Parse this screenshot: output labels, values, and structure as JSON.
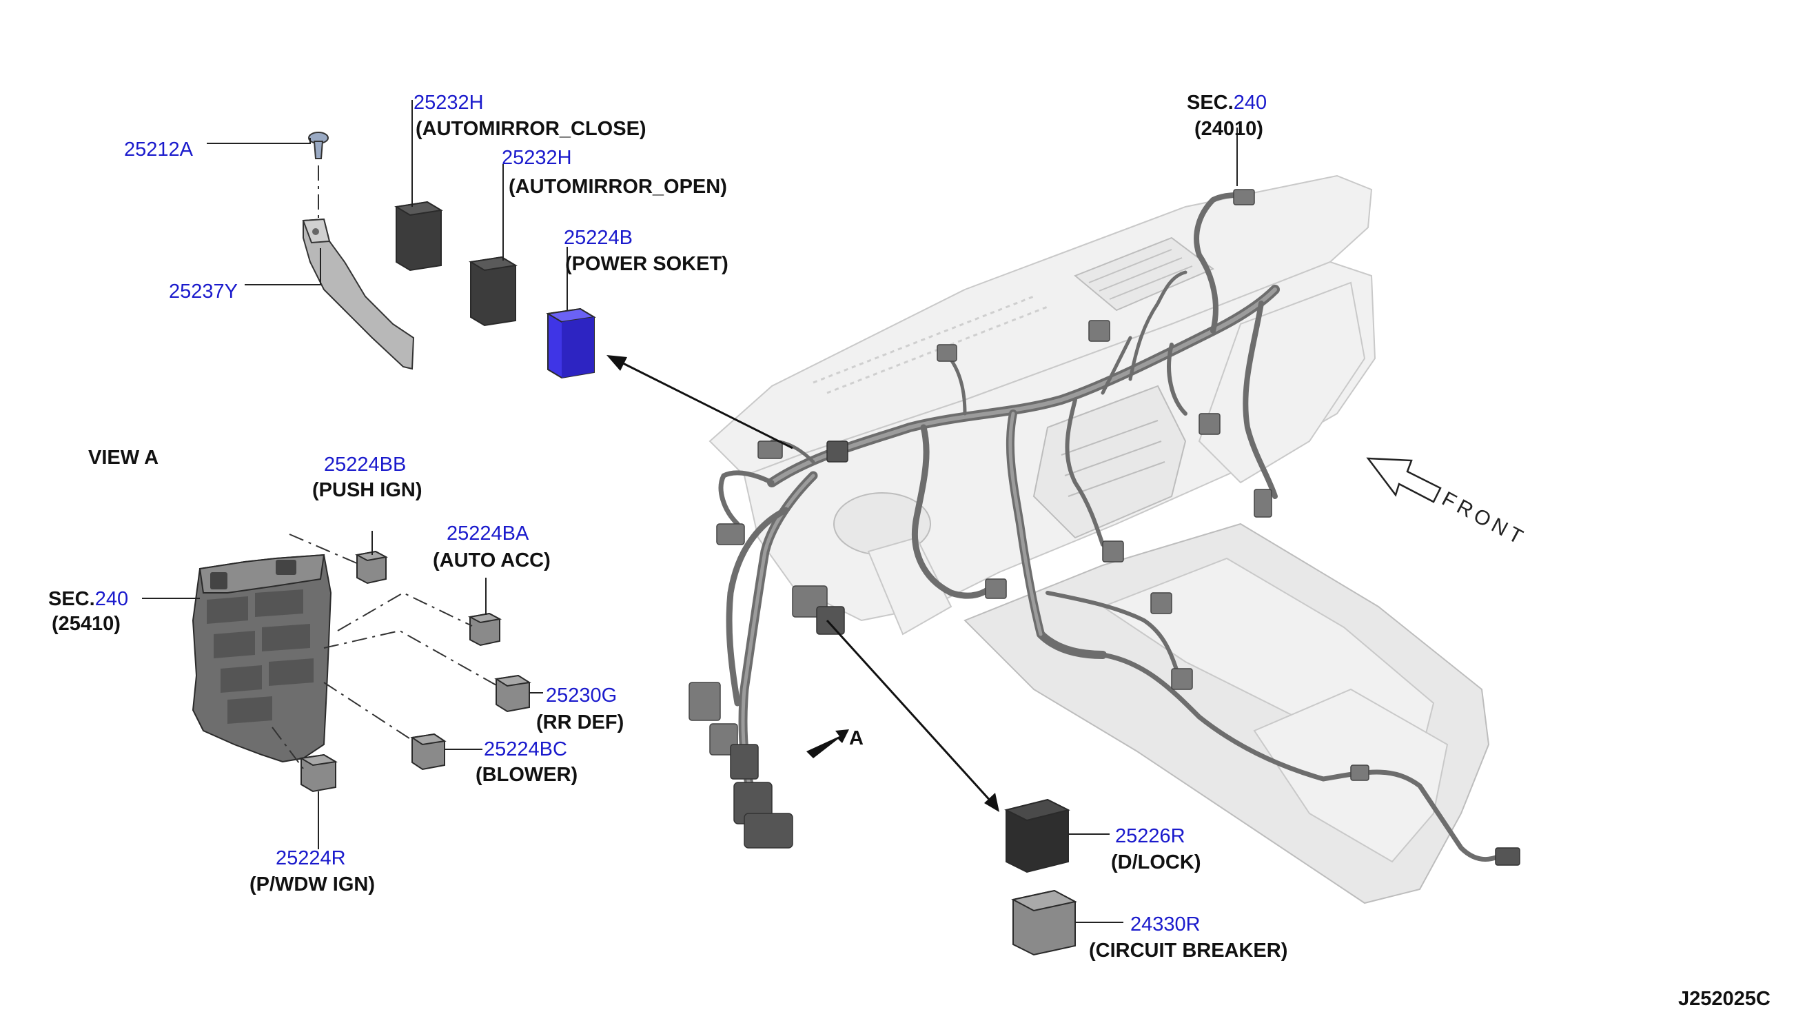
{
  "diagram_id": "J252025C",
  "view_label": "VIEW A",
  "front_label": "FRONT",
  "arrow_a_label": "A",
  "callouts": {
    "p25212A": {
      "number": "25212A"
    },
    "p25237Y": {
      "number": "25237Y"
    },
    "p25232H_close": {
      "number": "25232H",
      "name": "(AUTOMIRROR_CLOSE)"
    },
    "p25232H_open": {
      "number": "25232H",
      "name": "(AUTOMIRROR_OPEN)"
    },
    "p25224B": {
      "number": "25224B",
      "name": "(POWER SOKET)"
    },
    "sec240_top": {
      "prefix": "SEC.",
      "number": "240",
      "name": "(24010)"
    },
    "sec240_left": {
      "prefix": "SEC.",
      "number": "240",
      "name": "(25410)"
    },
    "p25224BB": {
      "number": "25224BB",
      "name": "(PUSH IGN)"
    },
    "p25224BA": {
      "number": "25224BA",
      "name": "(AUTO ACC)"
    },
    "p25230G": {
      "number": "25230G",
      "name": "(RR DEF)"
    },
    "p25224BC": {
      "number": "25224BC",
      "name": "(BLOWER)"
    },
    "p25224R": {
      "number": "25224R",
      "name": "(P/WDW IGN)"
    },
    "p25226R": {
      "number": "25226R",
      "name": "(D/LOCK)"
    },
    "p24330R": {
      "number": "24330R",
      "name": "(CIRCUIT BREAKER)"
    }
  },
  "colors": {
    "part_number": "#1a1acc",
    "highlight_part": "#4a3cf0",
    "label": "#111111"
  }
}
